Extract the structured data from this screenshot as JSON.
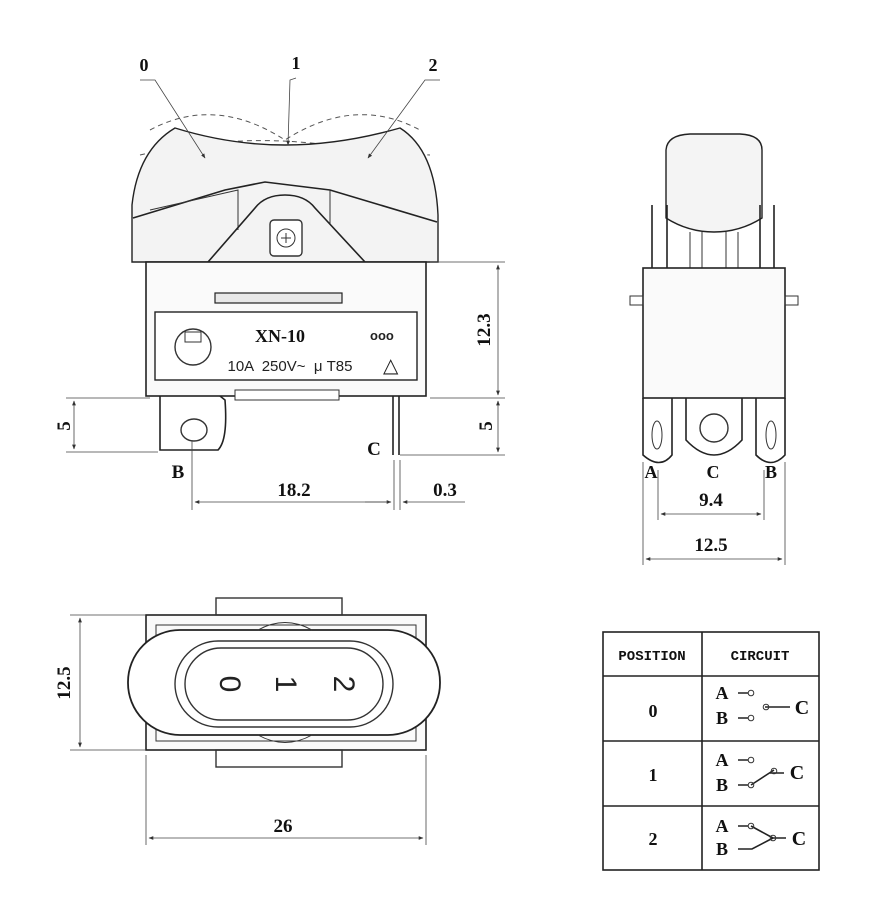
{
  "side_view": {
    "positions": {
      "p0": "0",
      "p1": "1",
      "p2": "2"
    },
    "label_model": "XN-10",
    "label_rating": "10A  250V~  μ T85",
    "dims": {
      "height": "12.3",
      "pin_left": "5",
      "pin_right": "5",
      "width": "18.2",
      "offset": "0.3"
    },
    "terminals": {
      "b": "B",
      "c": "C"
    }
  },
  "end_view": {
    "terminals": {
      "a": "A",
      "c": "C",
      "b": "B"
    },
    "dims": {
      "inner": "9.4",
      "outer": "12.5"
    }
  },
  "top_view": {
    "rocker_marks": [
      "0",
      "1",
      "2"
    ],
    "dims": {
      "height": "12.5",
      "width": "26"
    }
  },
  "circuit_table": {
    "headers": {
      "position": "POSITION",
      "circuit": "CIRCUIT"
    },
    "rows": [
      {
        "position": "0",
        "a": "A",
        "b": "B",
        "c": "C"
      },
      {
        "position": "1",
        "a": "A",
        "b": "B",
        "c": "C"
      },
      {
        "position": "2",
        "a": "A",
        "b": "B",
        "c": "C"
      }
    ]
  },
  "colors": {
    "line": "#222222",
    "background": "#ffffff"
  }
}
